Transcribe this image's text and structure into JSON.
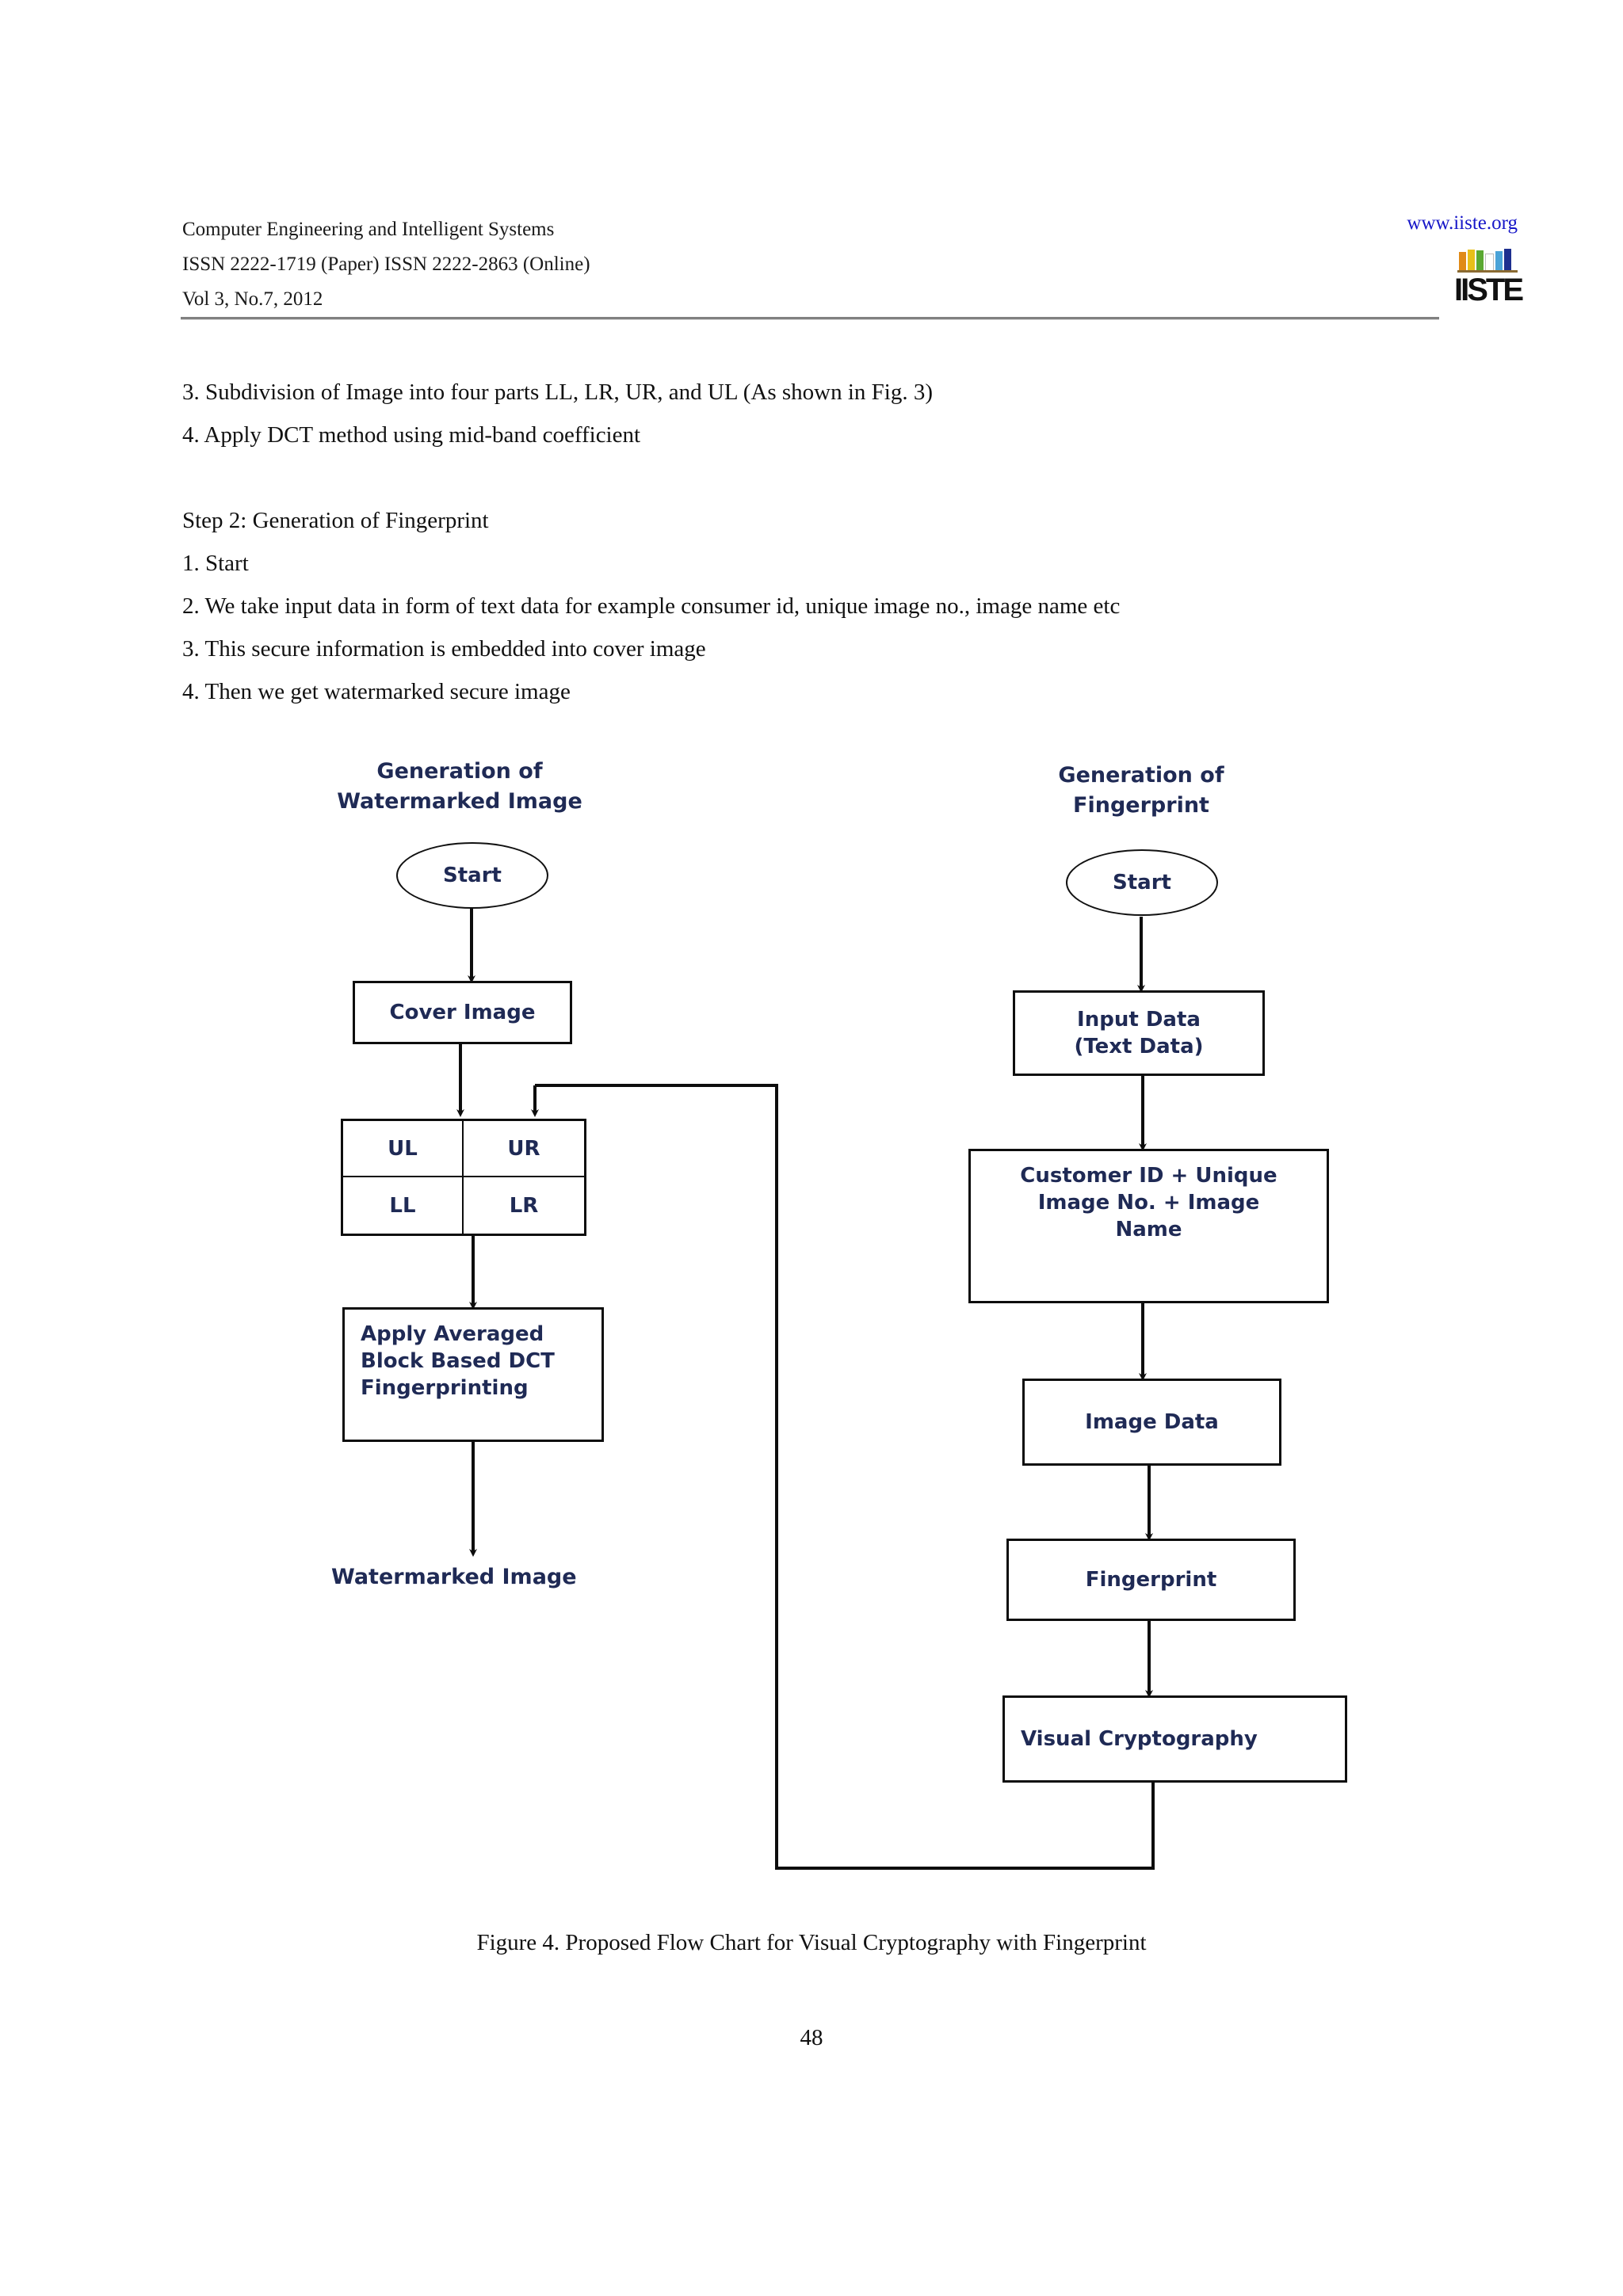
{
  "header": {
    "journal_title": "Computer Engineering and Intelligent Systems",
    "issn_line": "ISSN 2222-1719 (Paper) ISSN 2222-2863 (Online)",
    "volume_line": "Vol 3, No.7, 2012",
    "website": "www.iiste.org",
    "logo_text": "IISTE",
    "logo_colors": [
      "#e08a16",
      "#e8c01a",
      "#5aa832",
      "#ffffff",
      "#4aa3d8",
      "#1d2f8f"
    ],
    "url_color": "#1616c8",
    "rule_color": "#808080"
  },
  "body": {
    "lines": [
      "3. Subdivision of Image into four parts LL, LR, UR, and UL (As shown in Fig. 3)",
      "4. Apply DCT method using mid-band coefficient",
      "Step 2: Generation of Fingerprint",
      "1. Start",
      "2. We take input data in form of text data for example consumer id, unique image no., image name etc",
      "3. This secure information is embedded into cover image",
      "4. Then we get watermarked secure image"
    ]
  },
  "chart_data": {
    "type": "diagram",
    "title": "Figure 4. Proposed Flow Chart for Visual Cryptography with Fingerprint",
    "label_color": "#1f2a55",
    "stroke_color": "#0d0d0d",
    "columns": [
      {
        "id": "watermark-column",
        "heading": "Generation of\nWatermarked Image",
        "nodes": [
          {
            "id": "start",
            "shape": "oval",
            "label": "Start"
          },
          {
            "id": "cover-image",
            "shape": "rect",
            "label": "Cover Image"
          },
          {
            "id": "quadrants",
            "shape": "quad-grid",
            "cells": [
              "UL",
              "UR",
              "LL",
              "LR"
            ]
          },
          {
            "id": "apply-dct",
            "shape": "rect",
            "label": "Apply Averaged\nBlock Based DCT\nFingerprinting"
          },
          {
            "id": "watermarked-image",
            "shape": "plain-text",
            "label": "Watermarked Image"
          }
        ]
      },
      {
        "id": "fingerprint-column",
        "heading": "Generation of\nFingerprint",
        "nodes": [
          {
            "id": "start",
            "shape": "oval",
            "label": "Start"
          },
          {
            "id": "input-data",
            "shape": "rect",
            "label": "Input Data\n(Text Data)"
          },
          {
            "id": "customer-id",
            "shape": "rect",
            "label": "Customer ID + Unique\nImage No. + Image\nName"
          },
          {
            "id": "image-data",
            "shape": "rect",
            "label": "Image Data"
          },
          {
            "id": "fingerprint",
            "shape": "rect",
            "label": "Fingerprint"
          },
          {
            "id": "visual-cryptography",
            "shape": "rect",
            "label": "Visual Cryptography"
          }
        ]
      }
    ],
    "edges": [
      {
        "from": "wm.start",
        "to": "wm.cover-image"
      },
      {
        "from": "wm.cover-image",
        "to": "wm.quadrants"
      },
      {
        "from": "wm.quadrants",
        "to": "wm.apply-dct"
      },
      {
        "from": "wm.apply-dct",
        "to": "wm.watermarked-image"
      },
      {
        "from": "fp.start",
        "to": "fp.input-data"
      },
      {
        "from": "fp.input-data",
        "to": "fp.customer-id"
      },
      {
        "from": "fp.customer-id",
        "to": "fp.image-data"
      },
      {
        "from": "fp.image-data",
        "to": "fp.fingerprint"
      },
      {
        "from": "fp.fingerprint",
        "to": "fp.visual-cryptography"
      },
      {
        "from": "fp.visual-cryptography",
        "to": "wm.quadrants.UR",
        "style": "feedback-loop"
      }
    ]
  },
  "caption": "Figure 4. Proposed Flow Chart for Visual Cryptography with Fingerprint",
  "folio": "48"
}
